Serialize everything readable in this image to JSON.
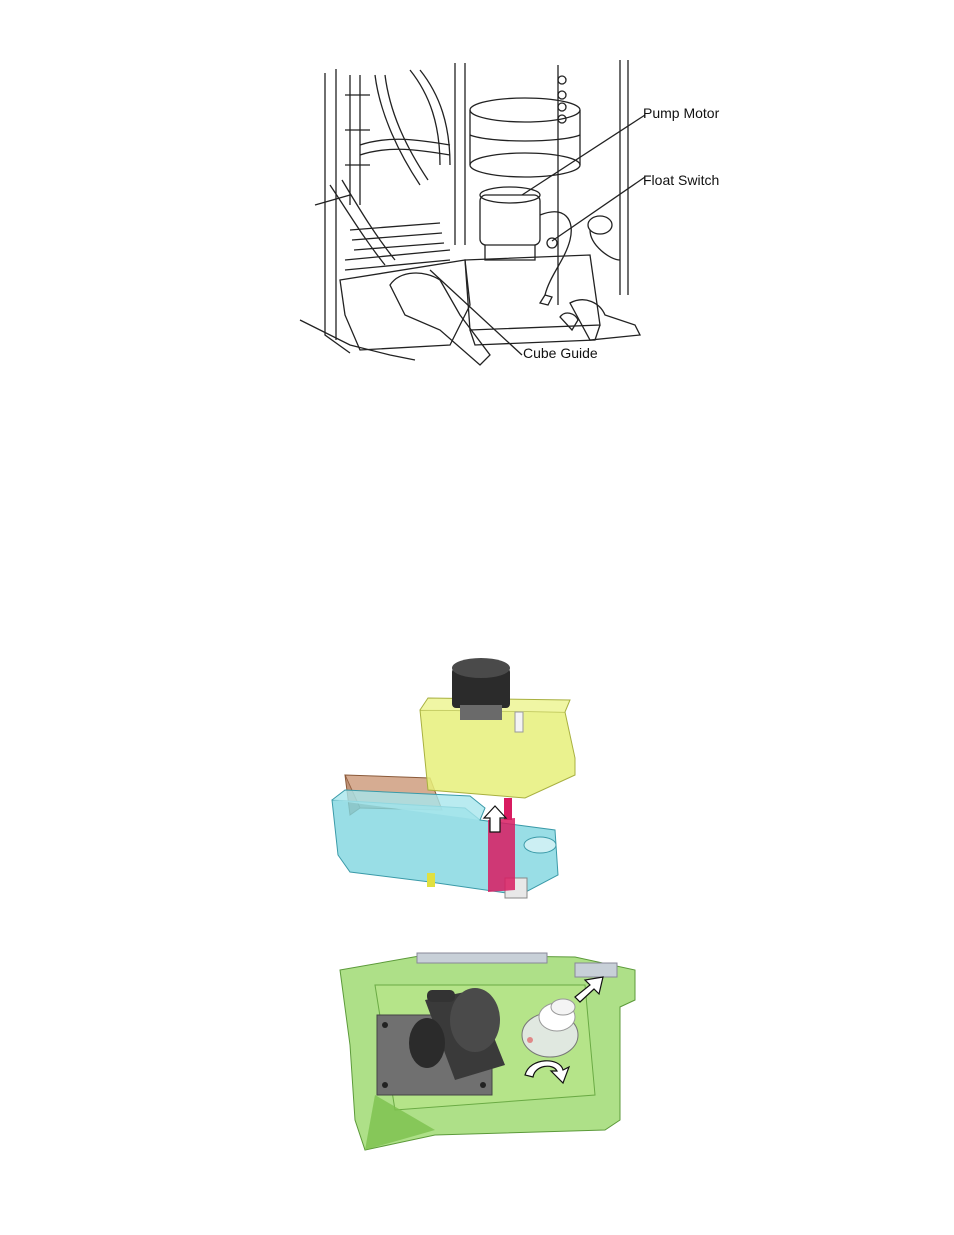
{
  "figure1": {
    "labels": {
      "pump_motor": "Pump Motor",
      "float_switch": "Float Switch",
      "cube_guide": "Cube Guide"
    }
  },
  "figure2": {
    "colors": {
      "tank": "#7fd6e0",
      "housing": "#e6f07a",
      "motor": "#2b2b2b",
      "chute": "#c8906e",
      "post": "#d81b60"
    },
    "icons": [
      "up-arrow-icon"
    ]
  },
  "figure3": {
    "colors": {
      "housing": "#9ad86a",
      "motor": "#3a3a3a",
      "plate": "#707070"
    },
    "icons": [
      "out-arrow-icon",
      "rotate-arrow-icon"
    ]
  }
}
